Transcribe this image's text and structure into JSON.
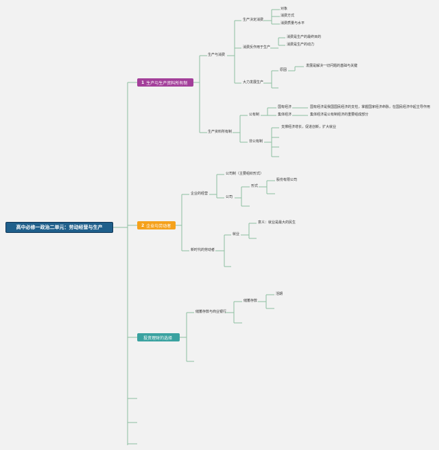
{
  "root": {
    "title": "高中必修一政治二单元：劳动经营与生产"
  },
  "branches": [
    {
      "number": "1",
      "label": "生产与生产资料所有制"
    },
    {
      "number": "2",
      "label": "企业与劳动者"
    },
    {
      "number": "",
      "label": "投资理财的选择"
    }
  ],
  "nodes": {
    "production_and_consumption": "生产与消费",
    "production_decides_consumption": "生产决定消费",
    "object": "对象",
    "manner": "消费方式",
    "quality_level": "消费质量与水平",
    "consumption_reacts": "消费反作用于生产",
    "final_purpose": "消费是生产的最终目的",
    "motive": "消费是生产的动力",
    "develop_production": "大力发展生产",
    "reason": "原因",
    "reason_text": "发展是解决一切问题的基础与关键",
    "ownership": "生产资料所有制",
    "public": "公有制",
    "state_owned": "国有经济",
    "state_owned_text": "国有经济是我国国民经济的支柱，掌握国家经济命脉，在国民经济中起主导作用",
    "collective": "集体经济",
    "collective_text": "集体经济是公有制经济的重要组成部分",
    "non_public": "非公有制",
    "non_public_text": "支撑经济增长，促进创新，扩大就业",
    "enterprise_ops": "企业的经营",
    "company_system": "公司制（主要组织形式）",
    "company": "公司",
    "form": "形式",
    "joint_stock": "股份有限公司",
    "new_era_workers": "新时代的劳动者",
    "employment": "就业",
    "meaning": "意义：就业是最大的民生",
    "savings_and_banks": "储蓄存款与商业银行",
    "savings": "储蓄存款",
    "interest": "活期"
  }
}
